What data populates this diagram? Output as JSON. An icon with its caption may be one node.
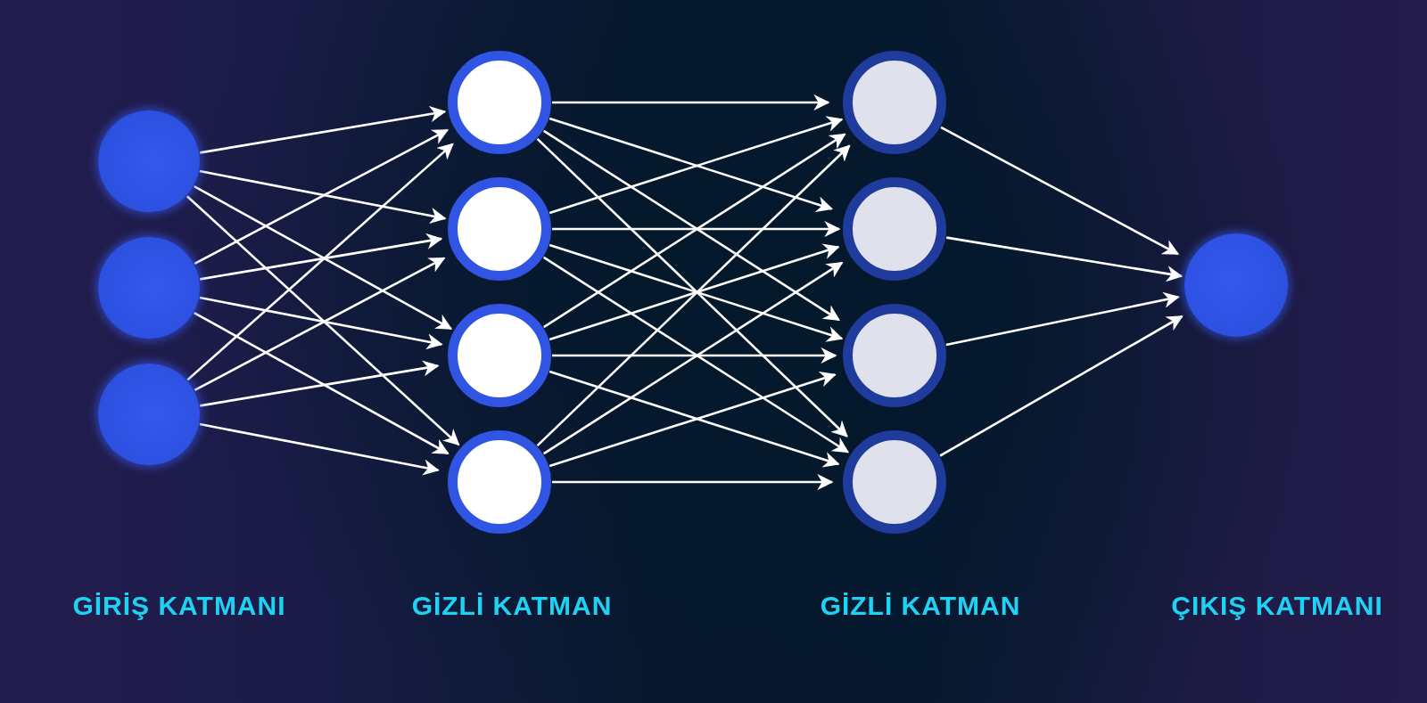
{
  "diagram": {
    "nodes": [
      {
        "text": [],
        "shape": "circle"
      },
      {
        "text": [],
        "shape": "circle"
      },
      {
        "text": [],
        "shape": "circle"
      },
      {
        "text": [],
        "shape": "circle"
      },
      {
        "text": [],
        "shape": "circle"
      },
      {
        "text": [],
        "shape": "circle"
      },
      {
        "text": [],
        "shape": "circle"
      },
      {
        "text": [],
        "shape": "circle"
      },
      {
        "text": [],
        "shape": "circle"
      },
      {
        "text": [],
        "shape": "circle"
      },
      {
        "text": [],
        "shape": "circle"
      },
      {
        "text": [],
        "shape": "circle"
      }
    ],
    "edges": [
      {
        "from": 0,
        "to": 3,
        "arrow": "to"
      },
      {
        "from": 0,
        "to": 4,
        "arrow": "to"
      },
      {
        "from": 0,
        "to": 5,
        "arrow": "to"
      },
      {
        "from": 0,
        "to": 6,
        "arrow": "to"
      },
      {
        "from": 1,
        "to": 3,
        "arrow": "to"
      },
      {
        "from": 1,
        "to": 4,
        "arrow": "to"
      },
      {
        "from": 1,
        "to": 5,
        "arrow": "to"
      },
      {
        "from": 1,
        "to": 6,
        "arrow": "to"
      },
      {
        "from": 2,
        "to": 3,
        "arrow": "to"
      },
      {
        "from": 2,
        "to": 4,
        "arrow": "to"
      },
      {
        "from": 2,
        "to": 5,
        "arrow": "to"
      },
      {
        "from": 2,
        "to": 6,
        "arrow": "to"
      },
      {
        "from": 3,
        "to": 7,
        "arrow": "to"
      },
      {
        "from": 3,
        "to": 8,
        "arrow": "to"
      },
      {
        "from": 3,
        "to": 9,
        "arrow": "to"
      },
      {
        "from": 3,
        "to": 10,
        "arrow": "to"
      },
      {
        "from": 4,
        "to": 7,
        "arrow": "to"
      },
      {
        "from": 4,
        "to": 8,
        "arrow": "to"
      },
      {
        "from": 4,
        "to": 9,
        "arrow": "to"
      },
      {
        "from": 4,
        "to": 10,
        "arrow": "to"
      },
      {
        "from": 5,
        "to": 7,
        "arrow": "to"
      },
      {
        "from": 5,
        "to": 8,
        "arrow": "to"
      },
      {
        "from": 5,
        "to": 9,
        "arrow": "to"
      },
      {
        "from": 5,
        "to": 10,
        "arrow": "to"
      },
      {
        "from": 6,
        "to": 7,
        "arrow": "to"
      },
      {
        "from": 6,
        "to": 8,
        "arrow": "to"
      },
      {
        "from": 6,
        "to": 9,
        "arrow": "to"
      },
      {
        "from": 6,
        "to": 10,
        "arrow": "to"
      },
      {
        "from": 7,
        "to": 11,
        "arrow": "to"
      },
      {
        "from": 8,
        "to": 11,
        "arrow": "to"
      },
      {
        "from": 9,
        "to": 11,
        "arrow": "to"
      },
      {
        "from": 10,
        "to": 11,
        "arrow": "to"
      }
    ],
    "labels": [
      "GİRİŞ KATMANI",
      "GİZLİ KATMAN",
      "GİZLİ KATMAN",
      "ÇIKIŞ KATMANI"
    ]
  }
}
